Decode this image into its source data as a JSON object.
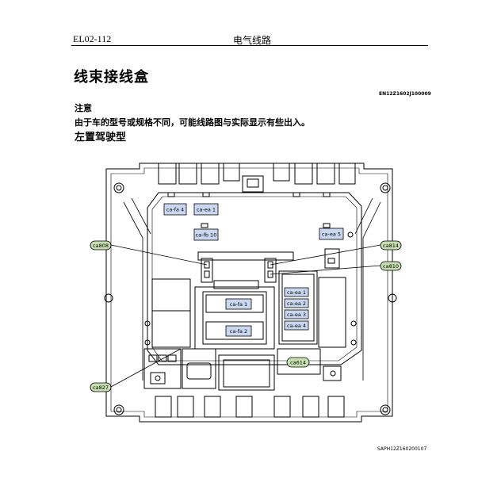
{
  "header": {
    "page_code": "EL02-112",
    "section": "电气线路"
  },
  "title": "线束接线盒",
  "doc_code_top": "EN12Z1602J100009",
  "note": {
    "heading": "注意",
    "text": "由于车的型号或规格不同，可能线路图与实际显示有些出入。"
  },
  "subtitle": "左置驾驶型",
  "diagram": {
    "callouts": {
      "ca808": "ca808",
      "ca814": "ca814",
      "ca810": "ca810",
      "ca827": "ca827"
    },
    "connectors": {
      "cafa4": "ca-fa 4",
      "caea1": "ca-ea 1",
      "cafb10": "ca-fb 10",
      "caea5": "ca-ea 5",
      "cafa1": "ca-fa 1",
      "cafa2": "ca-fa 2",
      "caea1b": "ca-ea 1",
      "caea2": "ca-ea 2",
      "caea3": "ca-ea 3",
      "caea4": "ca-ea 4",
      "ca614": "ca614"
    },
    "colors": {
      "connector_fill": "#c9d8f0",
      "callout_fill": "#c7deb0",
      "line": "#000000"
    }
  },
  "doc_code_bottom": "SAPH12Z160200107"
}
